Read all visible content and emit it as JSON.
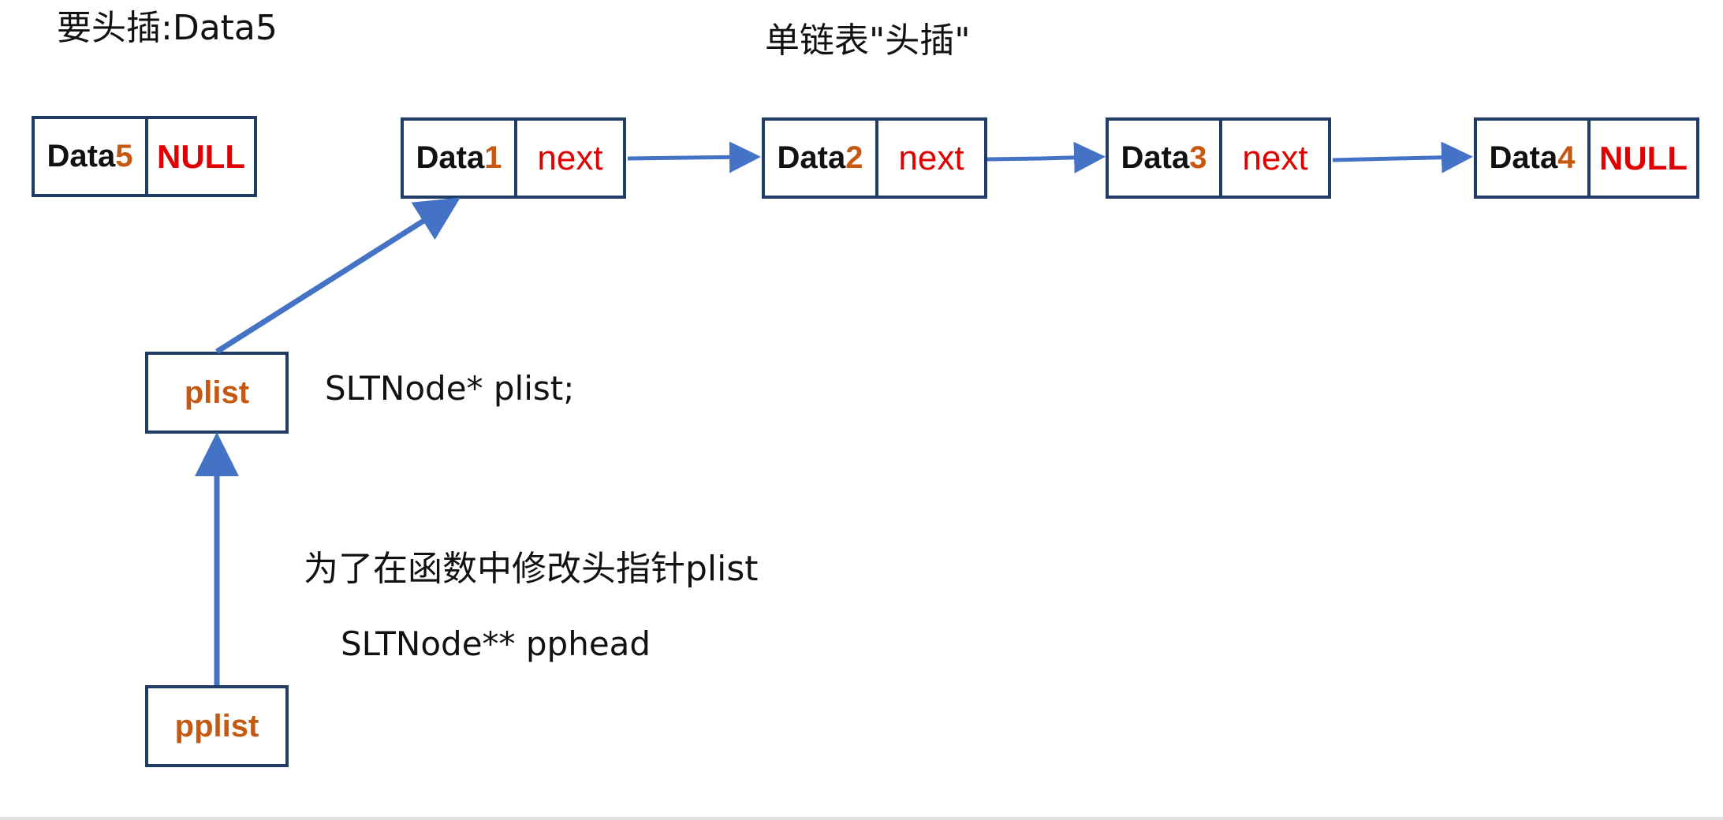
{
  "title_left": "要头插:Data5",
  "title_center": "单链表\"头插\"",
  "new_node": {
    "label": "Data",
    "num": "5",
    "ptr": "NULL"
  },
  "list": [
    {
      "label": "Data",
      "num": "1",
      "ptr": "next"
    },
    {
      "label": "Data",
      "num": "2",
      "ptr": "next"
    },
    {
      "label": "Data",
      "num": "3",
      "ptr": "next"
    },
    {
      "label": "Data",
      "num": "4",
      "ptr": "NULL"
    }
  ],
  "plist_label": "plist",
  "pplist_label": "pplist",
  "code_plist": "SLTNode* plist;",
  "note": "为了在函数中修改头指针plist",
  "code_pphead": "SLTNode** pphead",
  "colors": {
    "box_border": "#1f3b66",
    "arrow": "#4472c4",
    "number_orange": "#c65911",
    "pointer_red": "#e00000"
  }
}
